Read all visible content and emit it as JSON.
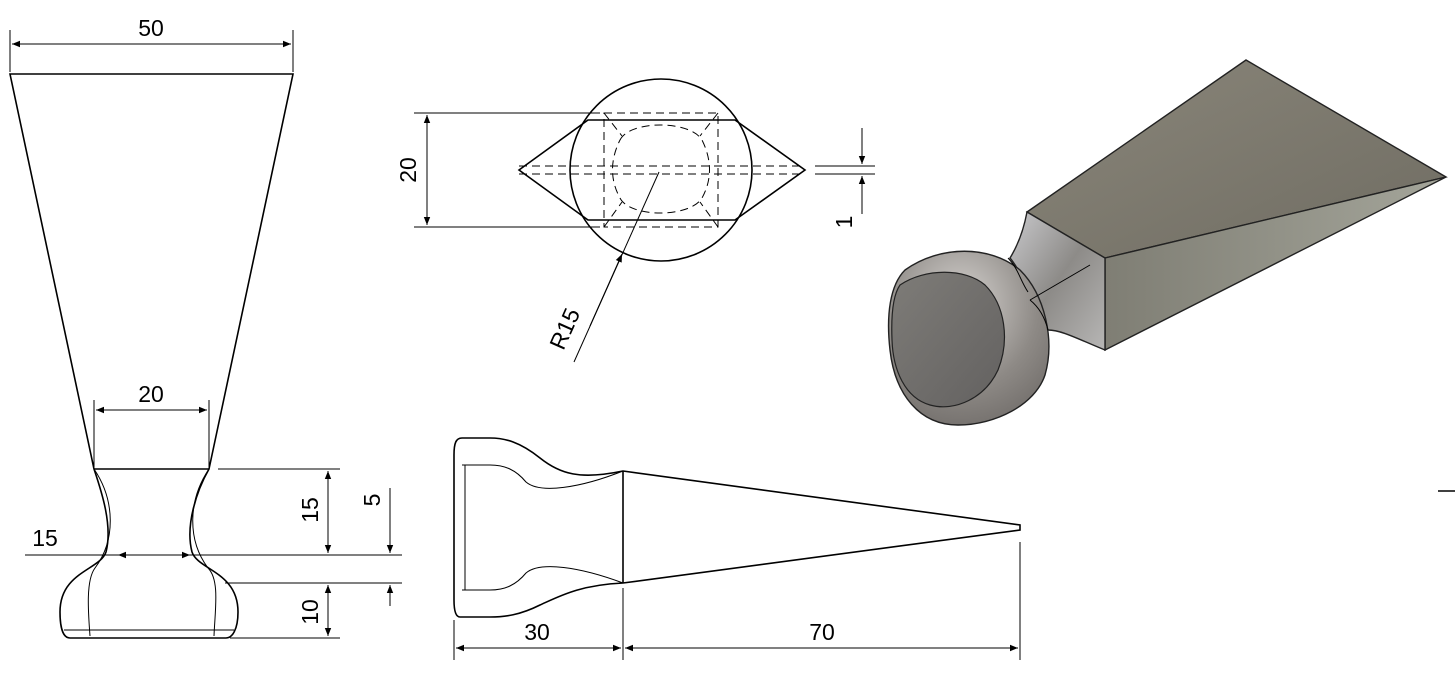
{
  "dimensions": {
    "front_top_width": "50",
    "front_neck_width": "20",
    "front_base_width": "15",
    "front_neck_height": "15",
    "front_small_step": "5",
    "front_base_height": "10",
    "top_width": "20",
    "top_edge": "1",
    "top_radius": "R15",
    "side_handle_length": "30",
    "side_blade_length": "70"
  }
}
